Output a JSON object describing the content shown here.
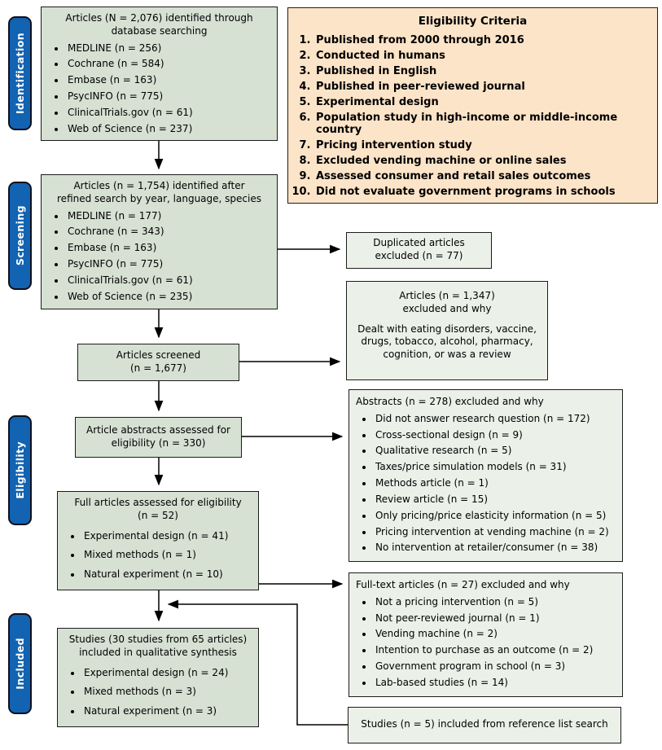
{
  "stages": [
    {
      "label": "Identification"
    },
    {
      "label": "Screening"
    },
    {
      "label": "Eligibility"
    },
    {
      "label": "Included"
    }
  ],
  "criteria": {
    "title": "Eligibility Criteria",
    "items": [
      "Published from 2000 through 2016",
      "Conducted in humans",
      "Published in English",
      "Published in peer-reviewed journal",
      "Experimental design",
      "Population study in high-income or middle-income country",
      "Pricing intervention study",
      "Excluded vending machine or online sales",
      "Assessed consumer and retail sales outcomes",
      "Did not evaluate government programs in schools"
    ]
  },
  "boxes": {
    "db_search": {
      "title": "Articles (N = 2,076) identified through\ndatabase searching",
      "bullets": [
        "MEDLINE (n = 256)",
        "Cochrane (n = 584)",
        "Embase (n = 163)",
        "PsycINFO (n = 775)",
        "ClinicalTrials.gov (n = 61)",
        "Web of Science (n = 237)"
      ]
    },
    "refined_search": {
      "title": "Articles (n = 1,754) identified after\nrefined search by year, language, species",
      "bullets": [
        "MEDLINE (n = 177)",
        "Cochrane (n = 343)",
        "Embase (n = 163)",
        "PsycINFO (n = 775)",
        "ClinicalTrials.gov (n = 61)",
        "Web of Science (n = 235)"
      ]
    },
    "duplicates_excluded": {
      "title": "Duplicated articles\nexcluded (n = 77)"
    },
    "screened": {
      "title": "Articles screened\n(n = 1,677)"
    },
    "articles_excluded": {
      "title": "Articles (n = 1,347)\nexcluded and why",
      "body": "Dealt with eating disorders, vaccine, drugs, tobacco, alcohol, pharmacy, cognition, or was a review"
    },
    "abstracts_assessed": {
      "title": "Article abstracts assessed for\neligibility (n = 330)"
    },
    "abstracts_excluded": {
      "title": "Abstracts (n = 278) excluded and why",
      "bullets": [
        "Did not answer research question (n = 172)",
        "Cross-sectional design (n = 9)",
        "Qualitative research (n = 5)",
        "Taxes/price simulation models (n = 31)",
        "Methods article (n = 1)",
        "Review article (n = 15)",
        "Only pricing/price elasticity information (n = 5)",
        "Pricing intervention at vending machine (n = 2)",
        "No intervention at retailer/consumer (n = 38)"
      ]
    },
    "full_articles": {
      "title": "Full articles assessed for eligibility\n(n = 52)",
      "bullets": [
        "Experimental design (n = 41)",
        "Mixed methods (n = 1)",
        "Natural experiment (n = 10)"
      ]
    },
    "fulltext_excluded": {
      "title": "Full-text articles (n = 27) excluded and why",
      "bullets": [
        "Not a pricing intervention (n = 5)",
        "Not peer-reviewed journal (n = 1)",
        "Vending machine (n = 2)",
        "Intention to purchase as an outcome (n = 2)",
        "Government program in school (n = 3)",
        "Lab-based studies (n = 14)"
      ]
    },
    "studies_included": {
      "title": "Studies (30 studies from 65 articles)\nincluded in qualitative synthesis",
      "bullets": [
        "Experimental design (n = 24)",
        "Mixed methods (n = 3)",
        "Natural experiment (n = 3)"
      ]
    },
    "reference_search": {
      "title": "Studies (n = 5) included from reference list search"
    }
  },
  "colors": {
    "stage-blue": "#1263b2",
    "box-green": "#d6e0d3",
    "box-gray": "#ebf0e9",
    "criteria-peach": "#fce4c8",
    "line": "#000000"
  }
}
